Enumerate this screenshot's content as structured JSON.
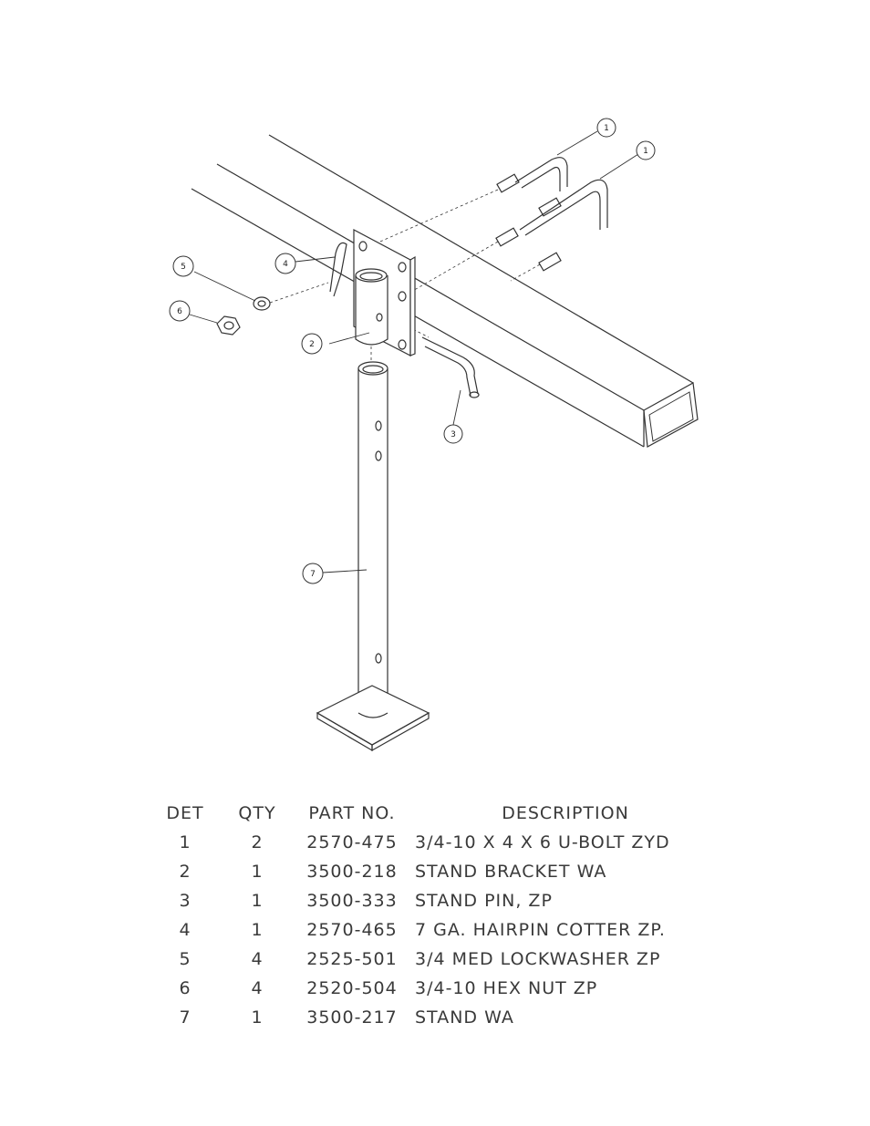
{
  "callouts": [
    "1",
    "1",
    "2",
    "3",
    "4",
    "5",
    "6",
    "7"
  ],
  "table": {
    "headers": [
      "DET",
      "QTY",
      "PART NO.",
      "DESCRIPTION"
    ],
    "rows": [
      [
        "1",
        "2",
        "2570-475",
        "3/4-10 X 4 X 6 U-BOLT ZYD"
      ],
      [
        "2",
        "1",
        "3500-218",
        "STAND BRACKET WA"
      ],
      [
        "3",
        "1",
        "3500-333",
        "STAND PIN, ZP"
      ],
      [
        "4",
        "1",
        "2570-465",
        "7 GA. HAIRPIN COTTER ZP."
      ],
      [
        "5",
        "4",
        "2525-501",
        "3/4 MED LOCKWASHER ZP"
      ],
      [
        "6",
        "4",
        "2520-504",
        "3/4-10 HEX NUT ZP"
      ],
      [
        "7",
        "1",
        "3500-217",
        "STAND WA"
      ]
    ]
  }
}
